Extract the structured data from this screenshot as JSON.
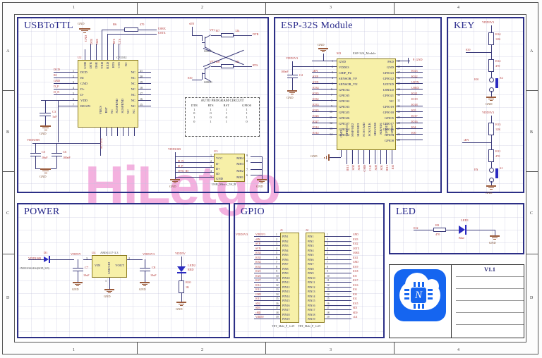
{
  "sheet": {
    "zones_top": [
      "1",
      "2",
      "3",
      "4"
    ],
    "zones_bottom": [
      "1",
      "2",
      "3",
      "4"
    ],
    "zones_left": [
      "A",
      "B",
      "C",
      "D"
    ],
    "zones_right": [
      "A",
      "B",
      "C",
      "D"
    ],
    "watermark": "HiLetgo",
    "version": "V1.1",
    "logo_letter": "N"
  },
  "blocks": {
    "usb_to_ttl": {
      "title": "USBToTTL"
    },
    "esp32": {
      "title": "ESP-32S Module"
    },
    "key": {
      "title": "KEY"
    },
    "power": {
      "title": "POWER"
    },
    "gpio": {
      "title": "GPIO"
    },
    "led": {
      "title": "LED"
    }
  },
  "usb_to_ttl": {
    "u2": {
      "refdes": "U2",
      "part": "CP2102",
      "left_pins": [
        {
          "num": "1",
          "name": "DCD",
          "net": "DCD"
        },
        {
          "num": "2",
          "name": "RI",
          "net": "RI"
        },
        {
          "num": "3",
          "name": "GND",
          "net": "GND"
        },
        {
          "num": "4",
          "name": "D+",
          "net": "D_P"
        },
        {
          "num": "5",
          "name": "D-",
          "net": "D_N"
        },
        {
          "num": "6",
          "name": "VDD",
          "net": ""
        },
        {
          "num": "7",
          "name": "REGIN",
          "net": ""
        }
      ],
      "right_pins": [
        {
          "num": "21",
          "name": "NC"
        },
        {
          "num": "20",
          "name": "NC"
        },
        {
          "num": "19",
          "name": "NC"
        },
        {
          "num": "18",
          "name": "NC"
        },
        {
          "num": "17",
          "name": "NC"
        },
        {
          "num": "16",
          "name": "NC"
        },
        {
          "num": "15",
          "name": "NC"
        }
      ],
      "top_pins": [
        {
          "num": "28",
          "name": "GND",
          "net": "GND"
        },
        {
          "num": "27",
          "name": "DTR",
          "net": "DTR"
        },
        {
          "num": "26",
          "name": "DSR",
          "net": "DSR"
        },
        {
          "num": "25",
          "name": "TXD",
          "net": "U0TX"
        },
        {
          "num": "24",
          "name": "RXD",
          "net": "U0RX"
        },
        {
          "num": "23",
          "name": "RTS",
          "net": "RTS"
        },
        {
          "num": "22",
          "name": "CTS",
          "net": "CTS"
        },
        {
          "num": "8",
          "name": "NC",
          "net": ""
        }
      ],
      "bottom_pins": [
        {
          "num": "8",
          "name": "VBUS",
          "net": ""
        },
        {
          "num": "9",
          "name": "RST",
          "net": ""
        },
        {
          "num": "10",
          "name": "NC",
          "net": ""
        },
        {
          "num": "11",
          "name": "SUSPEND",
          "net": ""
        },
        {
          "num": "12",
          "name": "SUSPEND",
          "net": ""
        },
        {
          "num": "13",
          "name": "NC",
          "net": ""
        },
        {
          "num": "14",
          "name": "NC",
          "net": ""
        }
      ],
      "active_label": "ACTIVE"
    },
    "r6": {
      "refdes": "R6",
      "value": "470"
    },
    "net_u0rx": "U0RX",
    "net_u0tx": "U0TX",
    "c3": {
      "refdes": "C3",
      "value": "1uF"
    },
    "c5": {
      "refdes": "C5",
      "value": "10uF"
    },
    "c6": {
      "refdes": "C6",
      "value": "100nF"
    },
    "vddusb": "VDDUSB",
    "auto_program": {
      "title": "AUTO PROGRAM CIRCUIT",
      "headers": [
        "DTR",
        "RTS",
        "RST",
        "GPIO0"
      ],
      "rows": [
        [
          "1",
          "1",
          "1",
          "1"
        ],
        [
          "0",
          "0",
          "1",
          "1"
        ],
        [
          "1",
          "0",
          "0",
          "1"
        ],
        [
          "0",
          "1",
          "1",
          "0"
        ]
      ]
    },
    "transistors": {
      "sen_label": "sEN",
      "io0_label": "IO0",
      "vt1": {
        "refdes": "VT1",
        "part": "S8050",
        "res_ref": "R7",
        "res_val": "12k",
        "out": "DTR"
      },
      "vt2": {
        "refdes": "VT2",
        "part": "S8050",
        "res_ref": "R8",
        "res_val": "12k",
        "out": "RTS"
      }
    },
    "u3": {
      "refdes": "U3",
      "part": "USB_Micro_5S_B",
      "left_pins": [
        {
          "num": "1",
          "name": "VCC",
          "net": "VDDUSB"
        },
        {
          "num": "2",
          "name": "D-",
          "net": "D_N"
        },
        {
          "num": "3",
          "name": "D+",
          "net": "D_P"
        },
        {
          "num": "4",
          "name": "ID",
          "net": "OTG_ID"
        },
        {
          "num": "5",
          "name": "GND",
          "net": ""
        }
      ],
      "right_pins": [
        {
          "num": "9",
          "name": "MH4"
        },
        {
          "num": "8",
          "name": "MH3"
        },
        {
          "num": "7",
          "name": "MH2"
        },
        {
          "num": "6",
          "name": "MH1"
        }
      ]
    }
  },
  "esp32": {
    "m1": {
      "refdes": "M1",
      "part": "ESP-32S_Module",
      "left_pins": [
        {
          "num": "1",
          "name": "GND",
          "net": ""
        },
        {
          "num": "2",
          "name": "VDD33",
          "net": ""
        },
        {
          "num": "3",
          "name": "CHIP_PU",
          "net": "sEN"
        },
        {
          "num": "4",
          "name": "SENSOR_VP",
          "net": "SVP"
        },
        {
          "num": "5",
          "name": "SENSOR_VN",
          "net": "SVN"
        },
        {
          "num": "6",
          "name": "GPIO34",
          "net": "IO34"
        },
        {
          "num": "7",
          "name": "GPIO35",
          "net": "IO35"
        },
        {
          "num": "8",
          "name": "GPIO32",
          "net": "IO32"
        },
        {
          "num": "9",
          "name": "GPIO33",
          "net": "IO33"
        },
        {
          "num": "10",
          "name": "GPIO25",
          "net": "IO25"
        },
        {
          "num": "11",
          "name": "GPIO26",
          "net": "IO26"
        },
        {
          "num": "12",
          "name": "GPIO27",
          "net": "IO27"
        },
        {
          "num": "13",
          "name": "GPIO14",
          "net": "IO14"
        },
        {
          "num": "14",
          "name": "GPIO12",
          "net": "IO12"
        }
      ],
      "right_pins": [
        {
          "num": "39",
          "name": "PAD",
          "net": "P_GND"
        },
        {
          "num": "38",
          "name": "GND",
          "net": ""
        },
        {
          "num": "37",
          "name": "GPIO23",
          "net": "IO23"
        },
        {
          "num": "36",
          "name": "GPIO22",
          "net": "IO22"
        },
        {
          "num": "35",
          "name": "U0TXD",
          "net": "U0TX"
        },
        {
          "num": "34",
          "name": "U0RXD",
          "net": "U0RX"
        },
        {
          "num": "33",
          "name": "GPIO21",
          "net": "IO21"
        },
        {
          "num": "32",
          "name": "NC",
          "net": ""
        },
        {
          "num": "31",
          "name": "GPIO19",
          "net": "IO19"
        },
        {
          "num": "30",
          "name": "GPIO18",
          "net": "IO18"
        },
        {
          "num": "29",
          "name": "GPIO5",
          "net": "IO5"
        },
        {
          "num": "28",
          "name": "GPIO17",
          "net": "IO17"
        },
        {
          "num": "27",
          "name": "GPIO16",
          "net": "IO16"
        },
        {
          "num": "26",
          "name": "GPIO4",
          "net": "IO4"
        },
        {
          "num": "25",
          "name": "GPIO0",
          "net": "IO0"
        }
      ],
      "bottom_pins": [
        {
          "num": "15",
          "name": "GND",
          "net": ""
        },
        {
          "num": "16",
          "name": "GPIO13",
          "net": "IO13"
        },
        {
          "num": "17",
          "name": "SWP/SD2",
          "net": "SD2"
        },
        {
          "num": "18",
          "name": "SHD/SD3",
          "net": "SD3"
        },
        {
          "num": "19",
          "name": "SCS/CMD",
          "net": "CMD"
        },
        {
          "num": "20",
          "name": "SCK/CLK",
          "net": "CLK"
        },
        {
          "num": "21",
          "name": "SDO/SD0",
          "net": "SD0"
        },
        {
          "num": "22",
          "name": "SDI/SD1",
          "net": "SD1"
        },
        {
          "num": "23",
          "name": "GPIO15",
          "net": "IO15"
        },
        {
          "num": "24",
          "name": "GPIO2",
          "net": "IO2"
        }
      ]
    },
    "vdd3v3": "VDD3V3",
    "c2": {
      "refdes": "C2",
      "value": "100nF"
    },
    "gnd": "GND"
  },
  "key": {
    "sw_top": {
      "rail": "VDD3V3",
      "r_pullup": {
        "refdes": "R14",
        "value": "12K"
      },
      "net": "IO0",
      "r_series": {
        "refdes": "R12",
        "value": "470"
      },
      "sw_net": "IO0",
      "switch": "S2",
      "gnd": "GND"
    },
    "sw_bottom": {
      "rail": "VDD3V3",
      "r_pullup": {
        "refdes": "R13",
        "value": "12K"
      },
      "net": "sEN",
      "r_series": {
        "refdes": "R11",
        "value": "470"
      },
      "sw_net": "EN",
      "switch": "S1",
      "gnd": "GND"
    }
  },
  "power": {
    "in_net": "VDDUSB",
    "d1": {
      "refdes": "D1",
      "part": "1N5819/SS14/S4(SOD_323)"
    },
    "vdd5v": "VDD5V",
    "u4": {
      "refdes": "U4",
      "part": "AMS1117-3.3",
      "pin_in": "VIN",
      "pin_out": "VOUT",
      "pin_gnd": "GND/ADJ",
      "num_in": "3",
      "num_out": "2",
      "num_gnd": "1"
    },
    "vdd3v3": "VDD3V3",
    "c7": {
      "refdes": "C7",
      "value": "10uF"
    },
    "c8": {
      "refdes": "C8",
      "value": "10uF"
    },
    "led2": {
      "refdes": "LED2",
      "color": "RED"
    },
    "r10": {
      "refdes": "R10",
      "value": "1K"
    },
    "gnd": "GND"
  },
  "led": {
    "in_net": "IO2",
    "r9": {
      "refdes": "R9",
      "value": "470"
    },
    "led1": {
      "refdes": "LED1",
      "color": "Blue"
    },
    "gnd": "GND"
  },
  "gpio": {
    "j1": {
      "refdes": "J1",
      "part": "THT_Male_P_1x19",
      "rail": "VDD3V3",
      "pins": [
        {
          "num": "1",
          "name": "PIN1",
          "net": "VDD3V3"
        },
        {
          "num": "2",
          "name": "PIN2",
          "net": "sEN"
        },
        {
          "num": "3",
          "name": "PIN3",
          "net": "SVP"
        },
        {
          "num": "4",
          "name": "PIN4",
          "net": "SVN"
        },
        {
          "num": "5",
          "name": "PIN5",
          "net": "IO34"
        },
        {
          "num": "6",
          "name": "PIN6",
          "net": "IO35"
        },
        {
          "num": "7",
          "name": "PIN7",
          "net": "IO32"
        },
        {
          "num": "8",
          "name": "PIN8",
          "net": "IO33"
        },
        {
          "num": "9",
          "name": "PIN9",
          "net": "IO25"
        },
        {
          "num": "10",
          "name": "PIN10",
          "net": "IO26"
        },
        {
          "num": "11",
          "name": "PIN11",
          "net": "IO27"
        },
        {
          "num": "12",
          "name": "PIN12",
          "net": "IO14"
        },
        {
          "num": "13",
          "name": "PIN13",
          "net": "IO12"
        },
        {
          "num": "14",
          "name": "PIN14",
          "net": "GND"
        },
        {
          "num": "15",
          "name": "PIN15",
          "net": "IO13"
        },
        {
          "num": "16",
          "name": "PIN16",
          "net": "SD2"
        },
        {
          "num": "17",
          "name": "PIN17",
          "net": "SD3"
        },
        {
          "num": "18",
          "name": "PIN18",
          "net": "cMD"
        },
        {
          "num": "19",
          "name": "PIN19",
          "net": "VDD5V"
        }
      ]
    },
    "j2": {
      "refdes": "J2",
      "part": "THT_Male_P_1x19",
      "pins": [
        {
          "num": "1",
          "name": "PIN1",
          "net": "GND"
        },
        {
          "num": "2",
          "name": "PIN2",
          "net": "IO23"
        },
        {
          "num": "3",
          "name": "PIN3",
          "net": "IO22"
        },
        {
          "num": "4",
          "name": "PIN4",
          "net": "U0TX"
        },
        {
          "num": "5",
          "name": "PIN5",
          "net": "U0RX"
        },
        {
          "num": "6",
          "name": "PIN6",
          "net": "IO21"
        },
        {
          "num": "7",
          "name": "PIN7",
          "net": "GND"
        },
        {
          "num": "8",
          "name": "PIN8",
          "net": "IO19"
        },
        {
          "num": "9",
          "name": "PIN9",
          "net": "IO18"
        },
        {
          "num": "10",
          "name": "PIN10",
          "net": "IO5"
        },
        {
          "num": "11",
          "name": "PIN11",
          "net": "IO17"
        },
        {
          "num": "12",
          "name": "PIN12",
          "net": "IO16"
        },
        {
          "num": "13",
          "name": "PIN13",
          "net": "IO4"
        },
        {
          "num": "14",
          "name": "PIN14",
          "net": "IO0"
        },
        {
          "num": "15",
          "name": "PIN15",
          "net": "IO2"
        },
        {
          "num": "16",
          "name": "PIN16",
          "net": "IO15"
        },
        {
          "num": "17",
          "name": "PIN17",
          "net": "SD1"
        },
        {
          "num": "18",
          "name": "PIN18",
          "net": "SD0"
        },
        {
          "num": "19",
          "name": "PIN19",
          "net": "cLK"
        }
      ]
    }
  }
}
